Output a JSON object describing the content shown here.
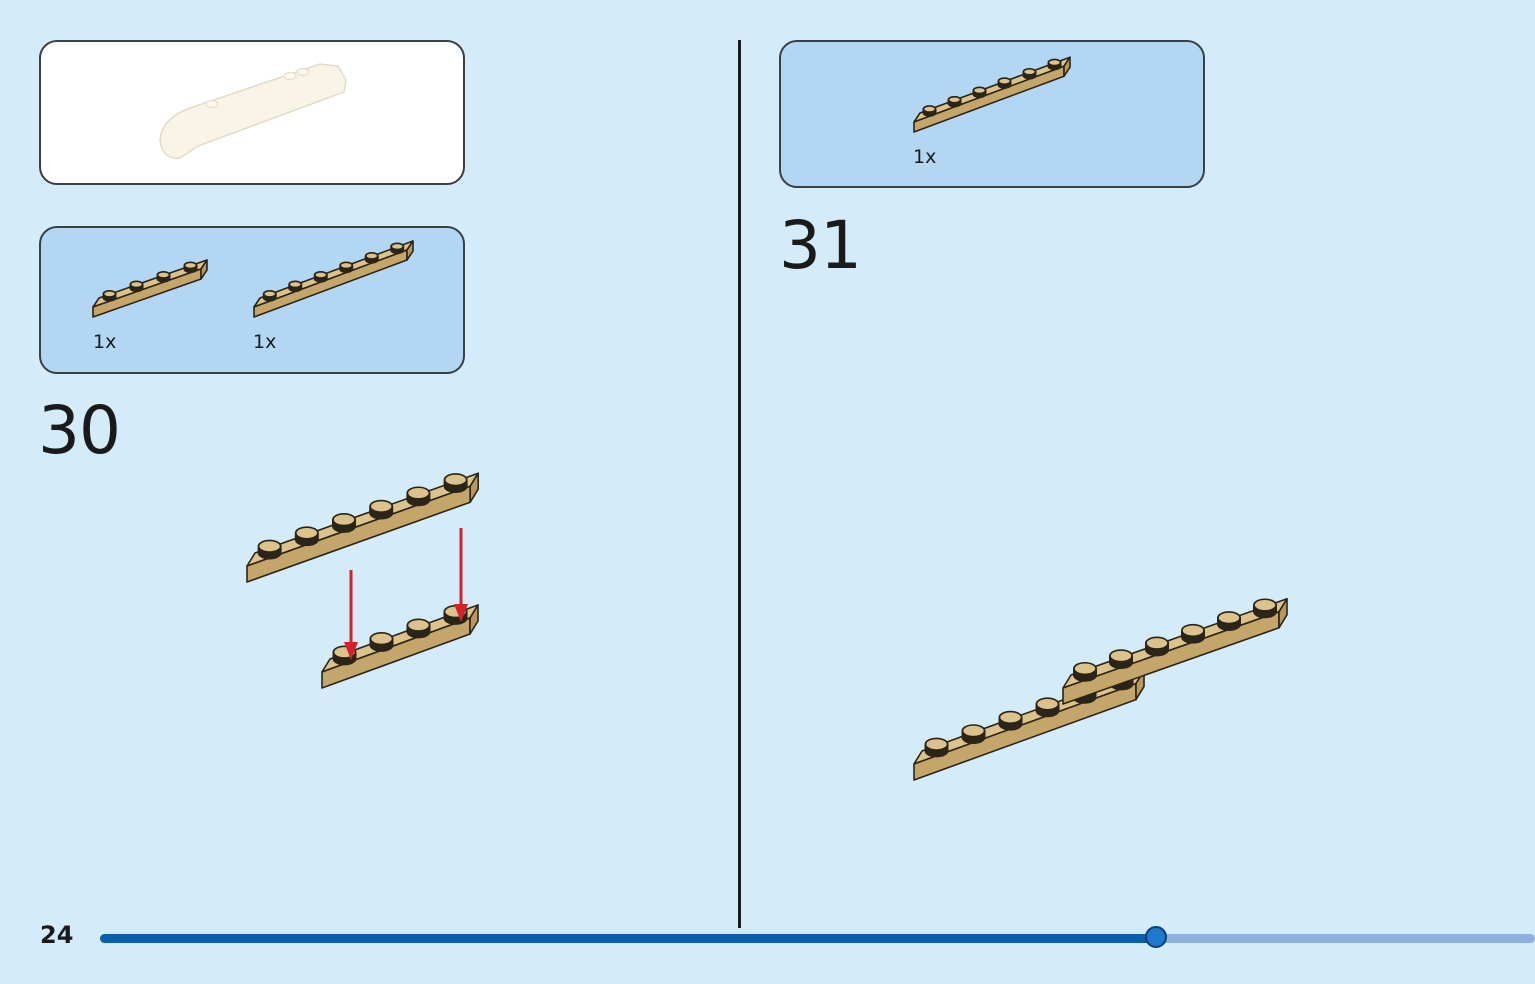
{
  "left_page": {
    "step_number": "30",
    "parts": [
      {
        "qty": "1x",
        "part": "1x4 tan plate"
      },
      {
        "qty": "1x",
        "part": "1x6 tan plate"
      }
    ]
  },
  "right_page": {
    "step_number": "31",
    "parts": [
      {
        "qty": "1x",
        "part": "1x6 tan plate"
      }
    ]
  },
  "footer": {
    "page_number": "24",
    "progress": 0.736
  },
  "colors": {
    "background": "#d4ebfa",
    "parts_panel": "#b3d7f3",
    "tan_top": "#dcc28b",
    "tan_side": "#c4a66a",
    "arrow": "#d2232a",
    "progress": "#0a5fab",
    "progress_track": "#8fb0dc"
  }
}
